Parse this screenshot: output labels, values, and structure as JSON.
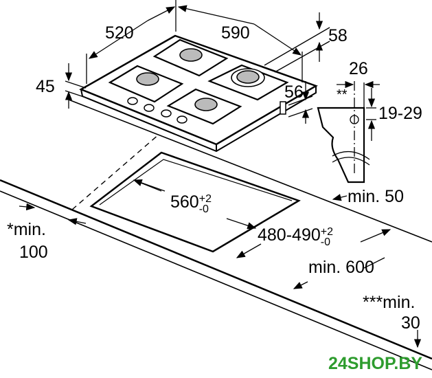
{
  "dimensions": {
    "width_hob": "520",
    "depth_hob": "590",
    "burner_height": "58",
    "hob_thickness": "45",
    "under_depth": "56",
    "bracket_width": "26",
    "bracket_note": "**",
    "worktop_thickness": "19-29",
    "min_back": "min. 50",
    "cutout_width": "560",
    "cutout_width_tol_plus": "+2",
    "cutout_width_tol_minus": "-0",
    "side_note_line1": "*min.",
    "side_note_line2": "100",
    "cutout_depth": "480-490",
    "cutout_depth_tol_plus": "+2",
    "cutout_depth_tol_minus": "-0",
    "min_depth": "min. 600",
    "front_note_line1": "***min.",
    "front_note_line2": "30"
  },
  "logo": {
    "text": "24SHOP.BY",
    "color": "#2e9c2e"
  }
}
